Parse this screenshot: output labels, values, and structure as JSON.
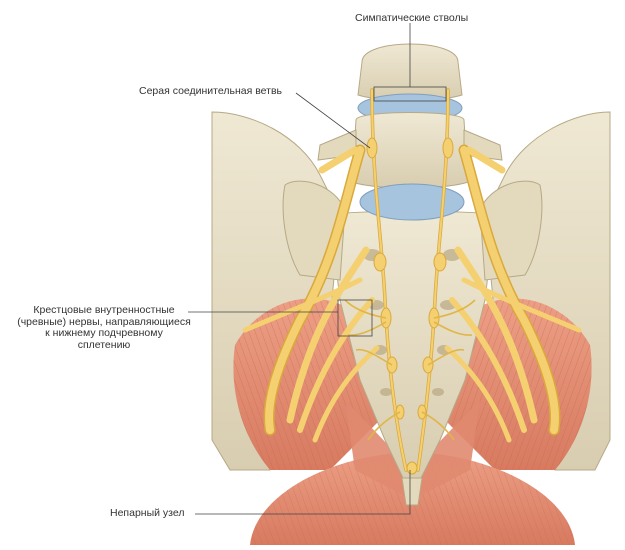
{
  "figure": {
    "labels": {
      "sympathetic_trunks": "Симпатические стволы",
      "gray_ramus": "Серая соединительная ветвь",
      "sacral_splanchnic": [
        "Крестцовые внутренностные",
        "(чревные) нервы, направляющиеся",
        "к нижнему подчревному",
        "сплетению"
      ],
      "ganglion_impar": "Непарный узел"
    },
    "colors": {
      "bone": "#e8dfc6",
      "bone_shadow": "#c9bd9c",
      "disc": "#a7c4de",
      "nerve": "#f5d070",
      "nerve_dark": "#d9a93c",
      "muscle": "#e7937a",
      "muscle_dark": "#c96a52",
      "label_text": "#333333",
      "leader": "#444444"
    }
  }
}
